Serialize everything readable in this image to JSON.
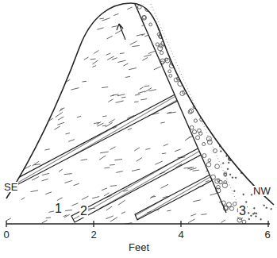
{
  "diagram": {
    "labels": [
      "SE",
      "NW",
      "1",
      "2",
      "3",
      "0",
      "2",
      "4",
      "6",
      "Feet"
    ]
  }
}
